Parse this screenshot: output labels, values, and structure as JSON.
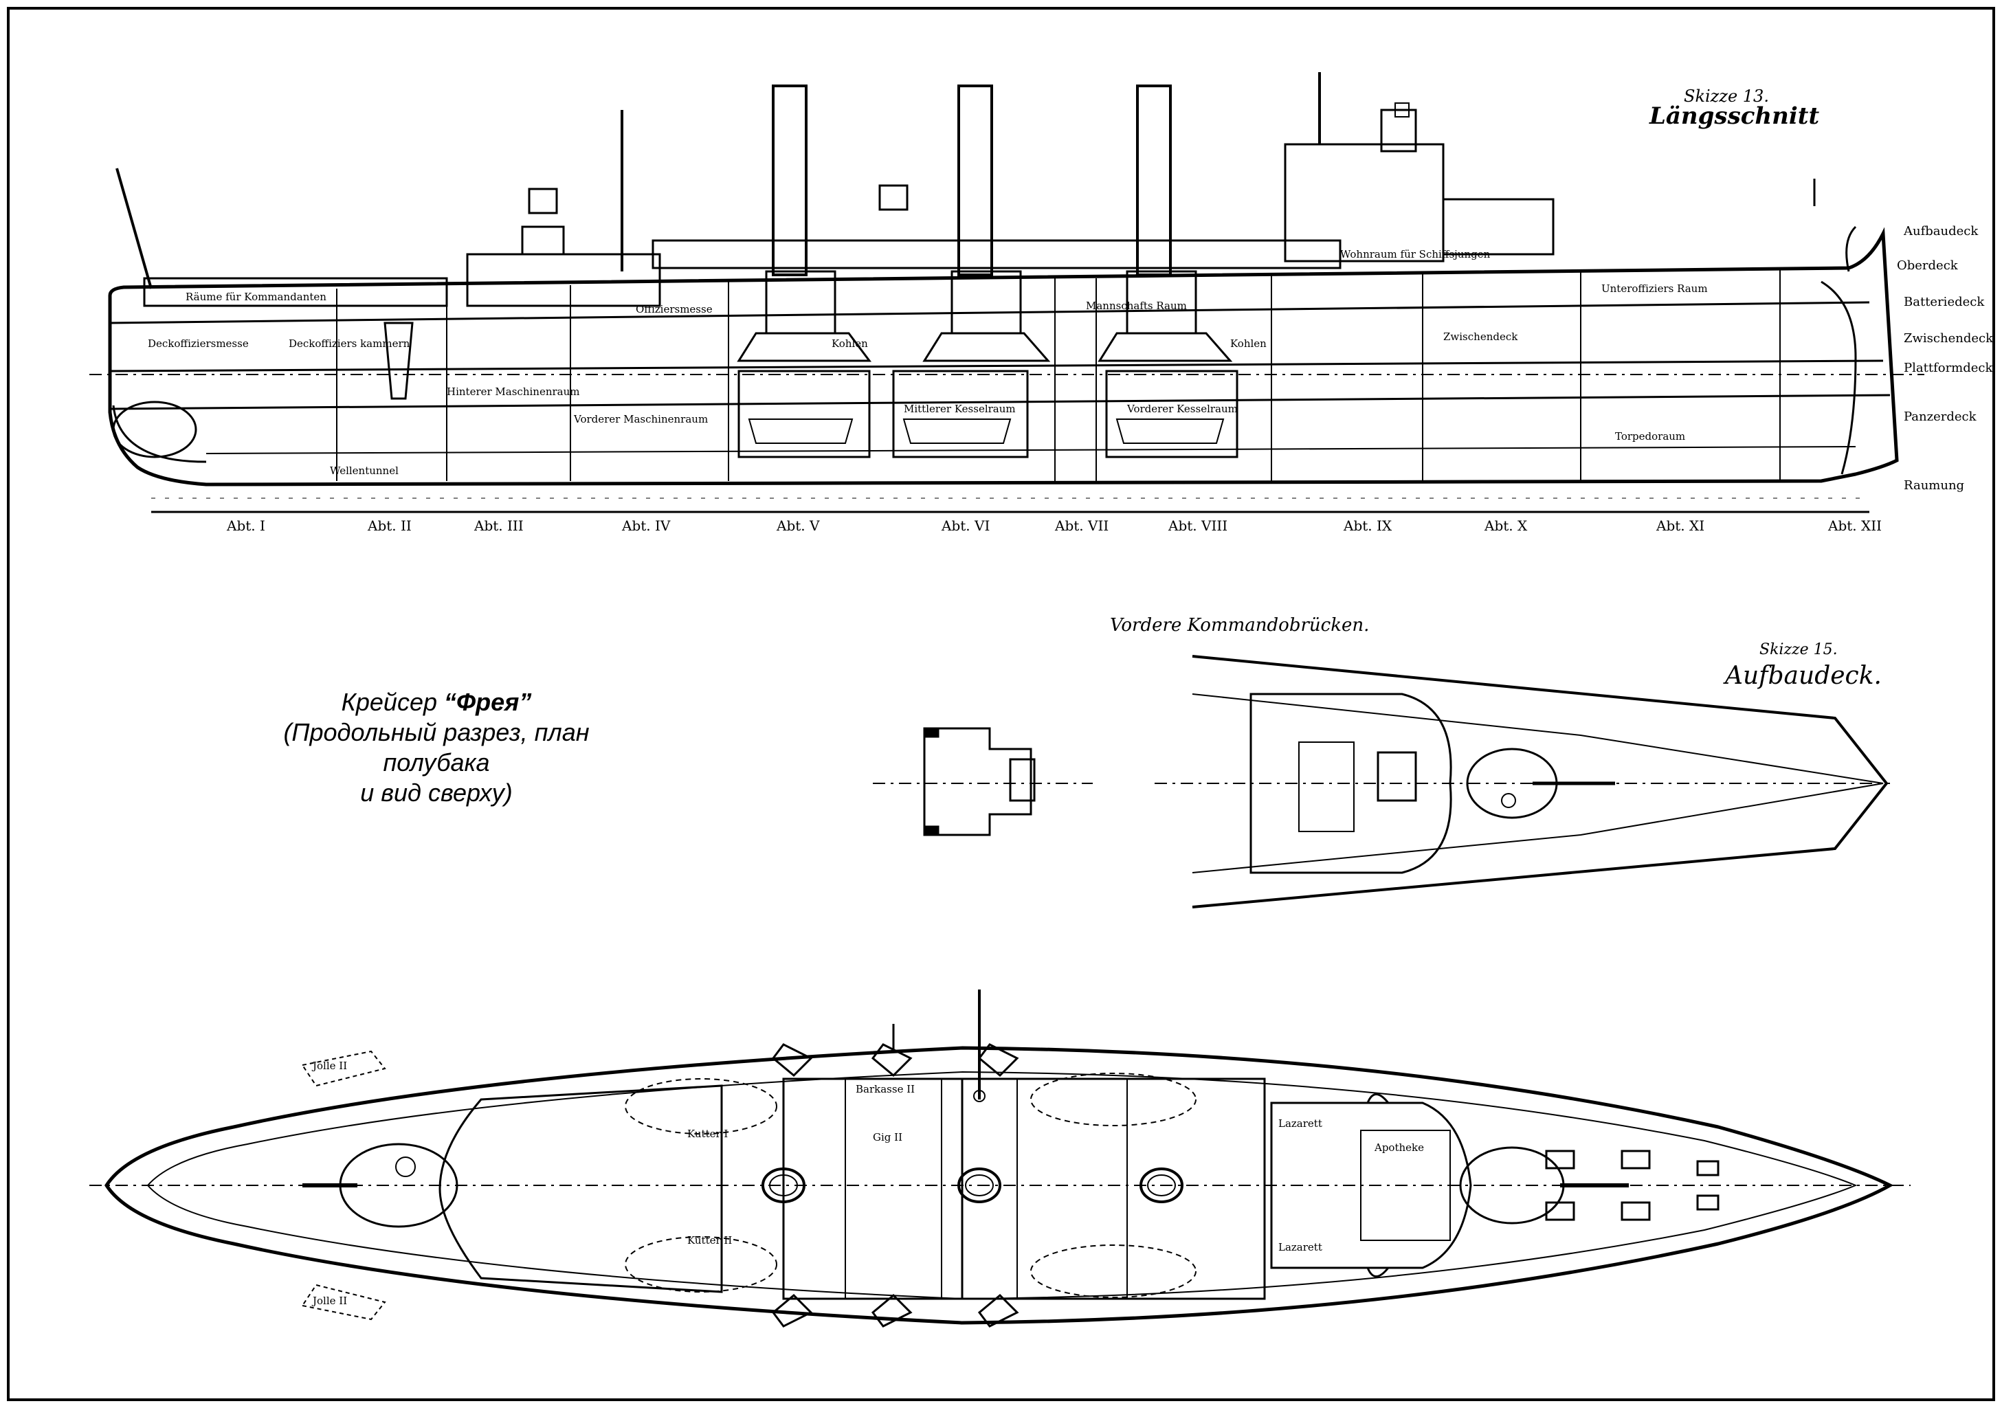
{
  "caption": {
    "line1_prefix": "Крейсер ",
    "ship_name": "“Фрея”",
    "line2": "(Продольный разрез, план полубака",
    "line3": "и вид сверху)"
  },
  "profile": {
    "sketch_no": "Skizze 13.",
    "title": "Längsschnitt",
    "deck_labels": [
      "Aufbaudeck",
      "Oberdeck",
      "Batteriedeck",
      "Zwischendeck",
      "Plattformdeck",
      "Panzerdeck",
      "Raumung"
    ],
    "compartments": [
      "Abt. I",
      "Abt. II",
      "Abt. III",
      "Abt. IV",
      "Abt. V",
      "Abt. VI",
      "Abt. VII",
      "Abt. VIII",
      "Abt. IX",
      "Abt. X",
      "Abt. XI",
      "Abt. XII"
    ],
    "room_labels": [
      "Räume für Kommandanten",
      "Deckoffiziersmesse",
      "Deckoffiziers kammern",
      "Hinterer Maschinenraum",
      "Vorderer Maschinenraum",
      "Mittlerer Kesselraum",
      "Vorderer Kesselraum",
      "Kohlen",
      "Mannschafts Raum",
      "Unteroffiziers Raum",
      "Torpedoraum",
      "Wohnraum für Schiffsjungen",
      "Offiziersmesse",
      "Zwischendeck",
      "Kohlen",
      "Wellentunnel"
    ]
  },
  "forecastle": {
    "bridge_title": "Vordere Kommandobrücken.",
    "sketch_no": "Skizze 15.",
    "title": "Aufbaudeck."
  },
  "plan": {
    "boat_labels": [
      "Jolle II",
      "Jolle II",
      "Kutter I",
      "Kutter II",
      "Barkasse II",
      "Lazarett",
      "Lazarett",
      "Apotheke",
      "Gig II"
    ]
  }
}
